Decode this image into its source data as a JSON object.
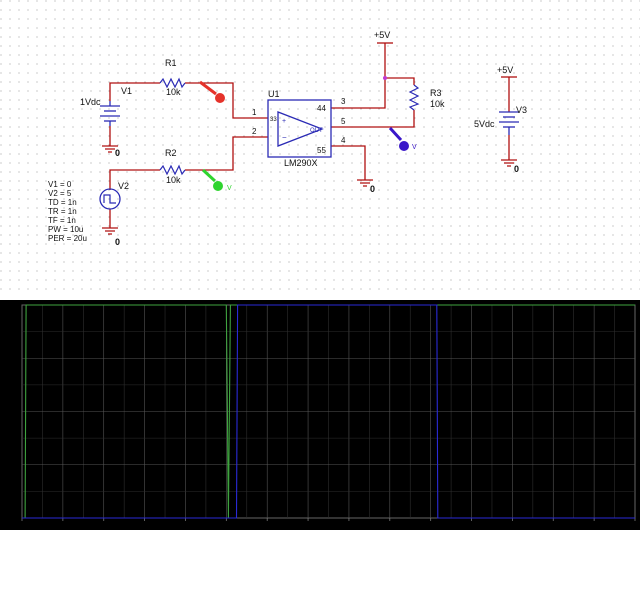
{
  "schematic": {
    "components": {
      "v1": {
        "ref": "V1",
        "value": "1Vdc",
        "ground": "0"
      },
      "v2": {
        "ref": "V2",
        "ground": "0",
        "params": [
          "V1 = 0",
          "V2 = 5",
          "TD = 1n",
          "TR = 1n",
          "TF = 1n",
          "PW = 10u",
          "PER = 20u"
        ]
      },
      "v3": {
        "ref": "V3",
        "value": "5Vdc",
        "supply": "+5V",
        "ground": "0"
      },
      "r1": {
        "ref": "R1",
        "value": "10k"
      },
      "r2": {
        "ref": "R2",
        "value": "10k"
      },
      "r3": {
        "ref": "R3",
        "value": "10k"
      },
      "u1": {
        "ref": "U1",
        "part": "LM290X",
        "pins": {
          "in_plus": "1",
          "in_minus": "2",
          "vcc": "3",
          "gnd": "4",
          "out": "5",
          "p44": "44",
          "p55": "55",
          "p33": "33"
        }
      },
      "supply_top": {
        "label": "+5V"
      },
      "ground_u1": {
        "label": "0"
      }
    },
    "probes": {
      "output": {
        "label": "V",
        "color": "#3a17c9"
      },
      "input": {
        "label": "V",
        "color": "#2fd42f"
      },
      "current": {
        "color": "#e5322a"
      }
    },
    "wire_color": "#b01010"
  },
  "chart_data": {
    "type": "line",
    "title": "",
    "x": [
      0,
      1,
      5,
      10.2,
      10.25,
      11,
      15,
      20,
      20.2,
      20.25,
      21,
      25,
      30
    ],
    "xlim": [
      0,
      30
    ],
    "ylim": [
      0,
      5
    ],
    "grid": true,
    "series": [
      {
        "color": "#3fa33f",
        "x": [
          0,
          0.15,
          0.2,
          10.0,
          10.05,
          10.1,
          10.2,
          30
        ],
        "values": [
          0,
          0,
          5,
          5,
          2.5,
          0,
          5,
          5
        ]
      },
      {
        "color": "#2a2ad6",
        "x": [
          0,
          10.5,
          10.55,
          20.3,
          20.35,
          30
        ],
        "values": [
          0,
          0,
          5,
          5,
          0,
          0
        ]
      }
    ]
  }
}
